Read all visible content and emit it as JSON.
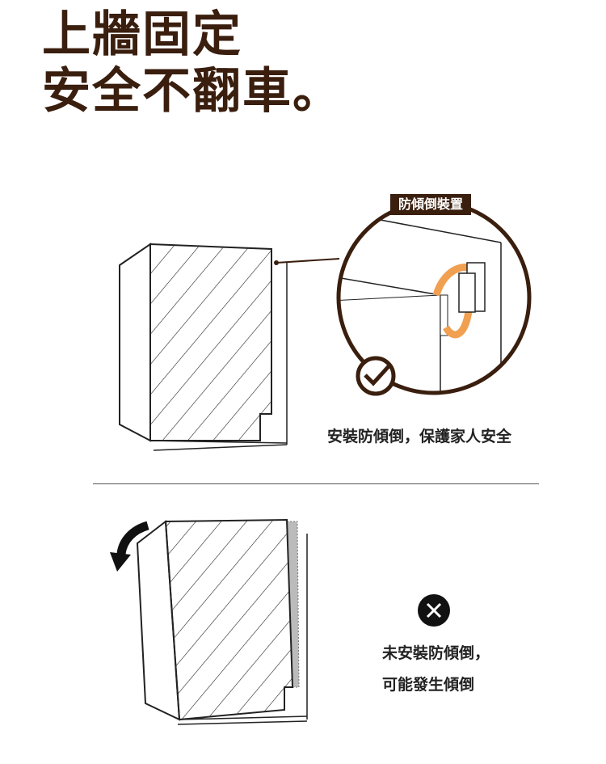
{
  "headline": {
    "line1": "上牆固定",
    "line2": "安全不翻車。"
  },
  "callout_badge": "防傾倒裝置",
  "with_device_caption": "安裝防傾倒，保護家人安全",
  "without_device_caption": {
    "line1": "未安裝防傾倒，",
    "line2": "可能發生傾倒"
  },
  "colors": {
    "brand": "#3a1e0e",
    "strap": "#f0a050",
    "ok": "#3a1e0e",
    "bad": "#111111"
  }
}
